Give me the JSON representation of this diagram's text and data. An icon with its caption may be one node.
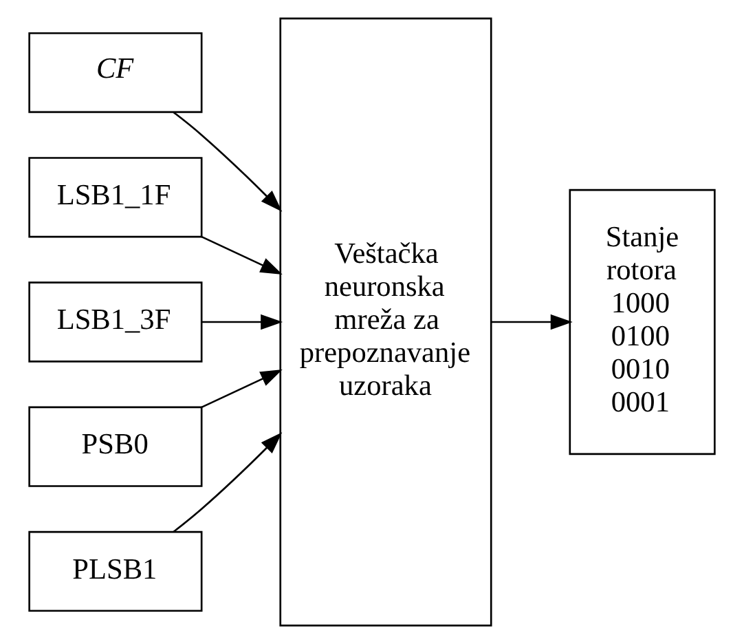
{
  "diagram": {
    "nodes": [
      {
        "text": [
          "CF"
        ]
      },
      {
        "text": [
          "LSB1_1F"
        ]
      },
      {
        "text": [
          "LSB1_3F"
        ]
      },
      {
        "text": [
          "PSB0"
        ]
      },
      {
        "text": [
          "PLSB1"
        ]
      },
      {
        "text": [
          "Veštačka neuronska mreža za prepoznavanje uzoraka"
        ]
      },
      {
        "text": [
          "Stanje rotora",
          "1000 0100 0010 0001"
        ]
      }
    ],
    "edges": [
      {
        "from": 0,
        "to": 5,
        "arrow": "to"
      },
      {
        "from": 1,
        "to": 5,
        "arrow": "to"
      },
      {
        "from": 2,
        "to": 5,
        "arrow": "to"
      },
      {
        "from": 3,
        "to": 5,
        "arrow": "to"
      },
      {
        "from": 4,
        "to": 5,
        "arrow": "to"
      },
      {
        "from": 5,
        "to": 6,
        "arrow": "to"
      }
    ]
  }
}
